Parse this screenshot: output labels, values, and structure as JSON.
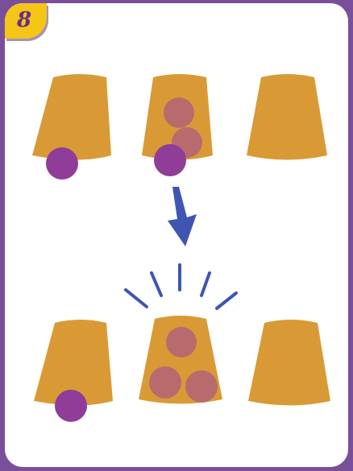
{
  "card": {
    "number": "8"
  },
  "colors": {
    "frame": "#7a4f9a",
    "card_background": "#ffffff",
    "badge_fill": "#f5c518",
    "badge_text": "#6a2d86",
    "cup": "#d99a35",
    "ball": "#8f3d98",
    "hidden_ball": "#b86b6c",
    "arrow": "#3f55b3",
    "lift_lines": "#3f55b3"
  },
  "scene": {
    "before": {
      "cups": [
        {
          "id": "left",
          "visible_balls": 1,
          "hidden_balls": 0
        },
        {
          "id": "middle",
          "visible_balls": 1,
          "hidden_balls": 2
        },
        {
          "id": "right",
          "visible_balls": 0,
          "hidden_balls": 0
        }
      ]
    },
    "after": {
      "cups": [
        {
          "id": "left",
          "visible_balls": 1,
          "hidden_balls": 0
        },
        {
          "id": "middle",
          "visible_balls": 0,
          "hidden_balls": 3,
          "lifted": true
        },
        {
          "id": "right",
          "visible_balls": 0,
          "hidden_balls": 0
        }
      ]
    },
    "transition_icon": "down-arrow-icon"
  }
}
